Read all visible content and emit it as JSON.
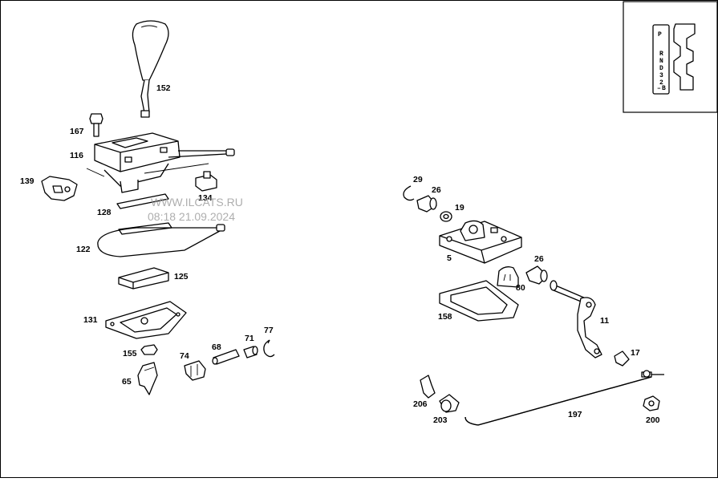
{
  "diagram": {
    "labels": {
      "p152": "152",
      "p167": "167",
      "p116": "116",
      "p139": "139",
      "p134": "134",
      "p128": "128",
      "p122": "122",
      "p125": "125",
      "p131": "131",
      "p155": "155",
      "p65": "65",
      "p74": "74",
      "p68": "68",
      "p71": "71",
      "p77": "77",
      "p29": "29",
      "p26a": "26",
      "p19": "19",
      "p5": "5",
      "p26b": "26",
      "p80": "80",
      "p158": "158",
      "p11": "11",
      "p17": "17",
      "p206": "206",
      "p203": "203",
      "p197": "197",
      "p200": "200"
    },
    "shift_gate": {
      "top": "P",
      "letters": [
        "R",
        "N",
        "D",
        "3",
        "2",
        "–",
        "B"
      ]
    },
    "watermark": {
      "line1": "WWW.ILCATS.RU",
      "line2": "08:18 21.09.2024"
    }
  }
}
